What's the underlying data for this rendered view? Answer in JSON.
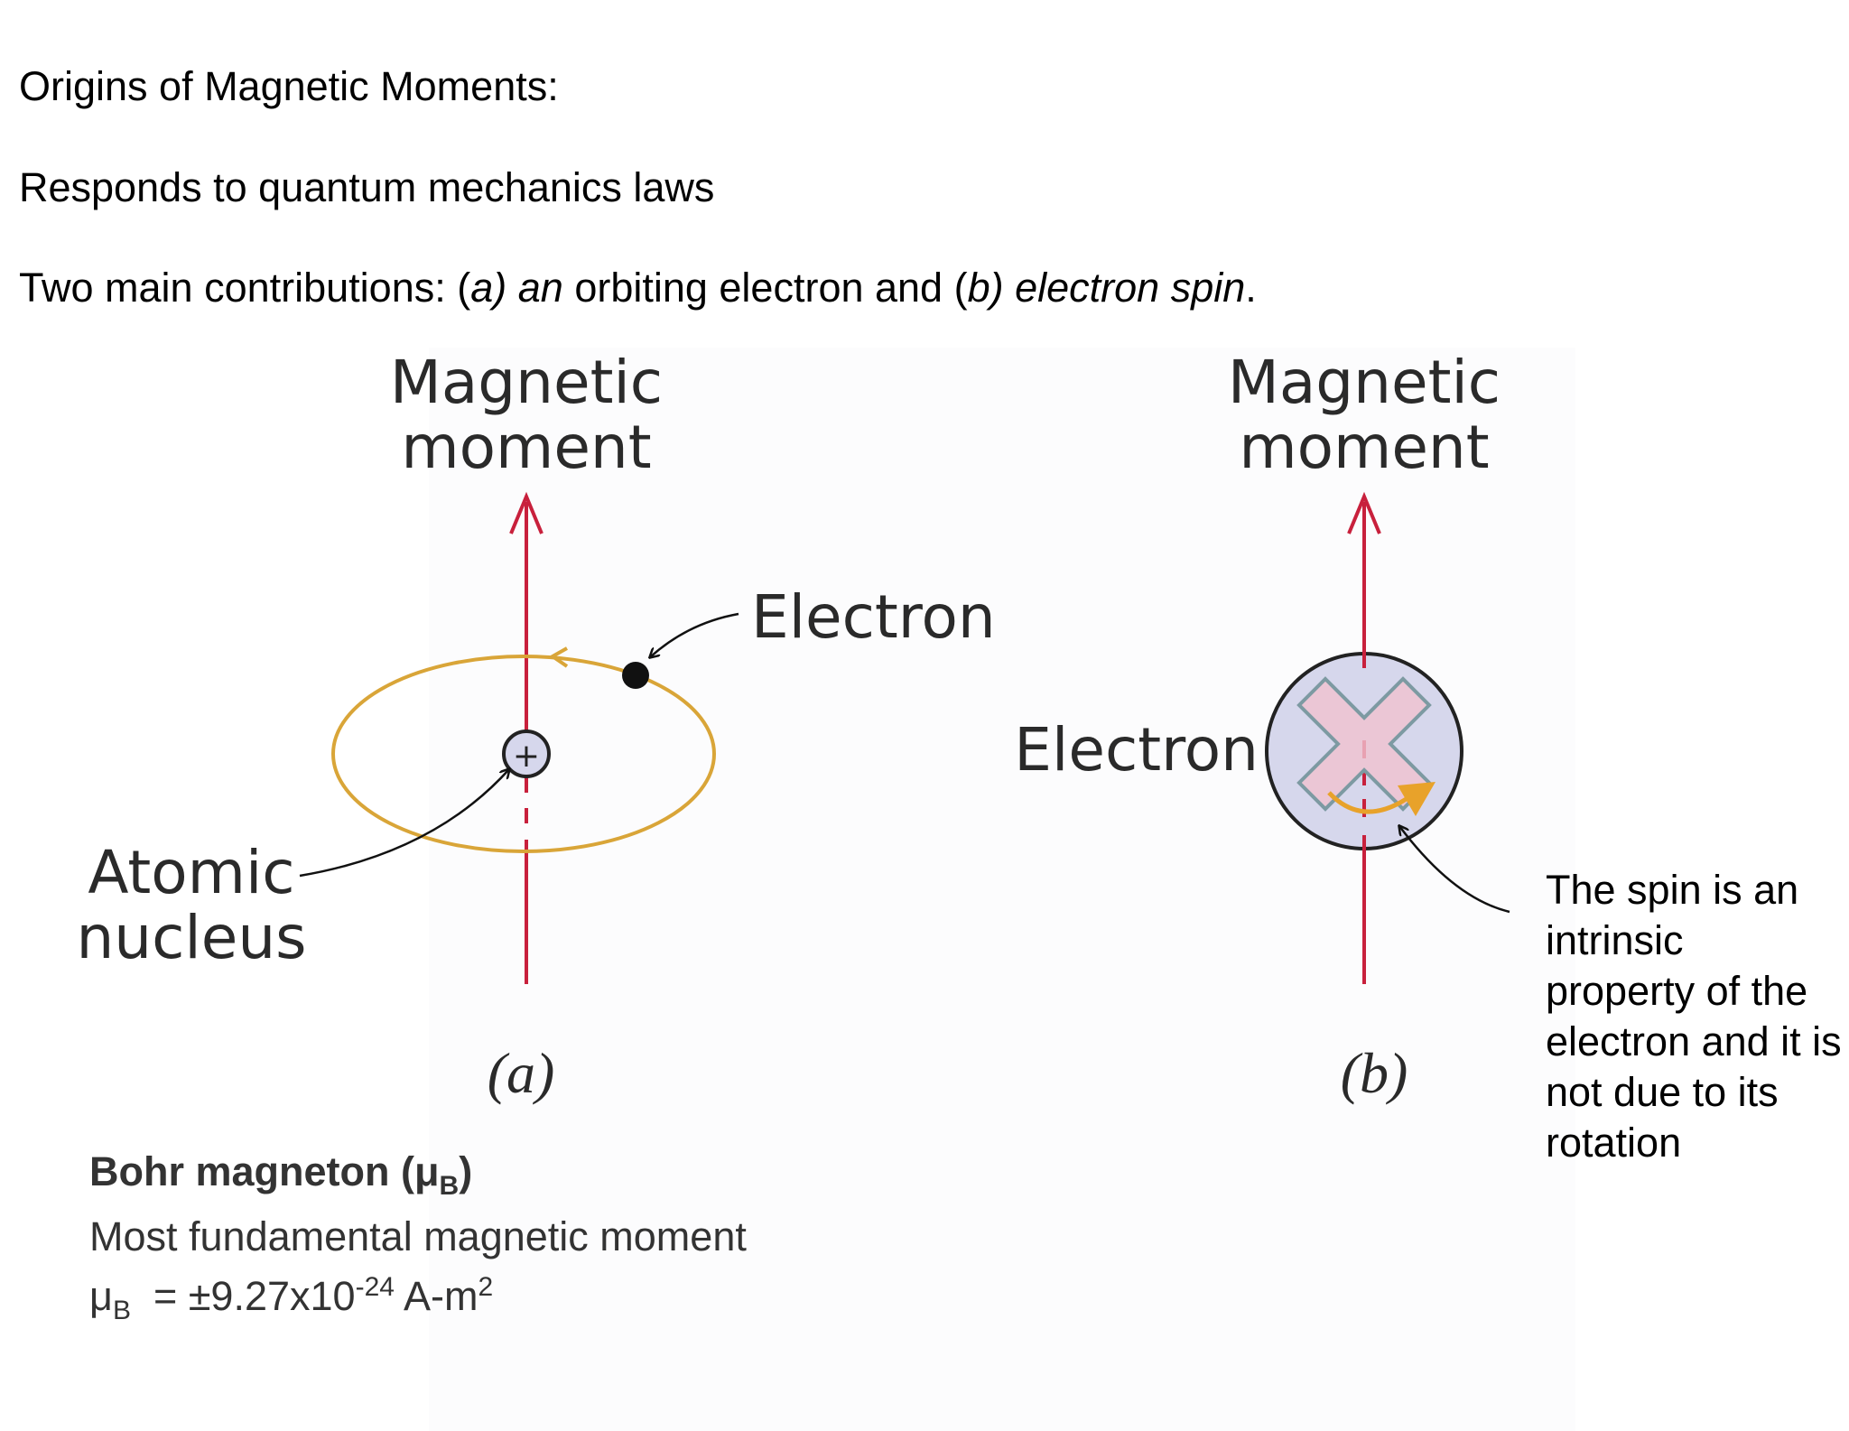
{
  "heading": {
    "title": "Origins of Magnetic Moments:"
  },
  "intro": {
    "line": "Responds to quantum mechanics laws"
  },
  "contributions": {
    "prefix": "Two main contributions: (",
    "a_letter": "a)",
    "a_word": "an",
    "middle": " orbiting electron and (",
    "b_letter": "b)",
    "b_words": "electron spin",
    "end": "."
  },
  "figure_a": {
    "moment_label_line1": "Magnetic",
    "moment_label_line2": "moment",
    "electron_label": "Electron",
    "nucleus_label_line1": "Atomic",
    "nucleus_label_line2": "nucleus",
    "nucleus_symbol": "+",
    "caption": "(a)"
  },
  "figure_b": {
    "moment_label_line1": "Magnetic",
    "moment_label_line2": "moment",
    "electron_label": "Electron",
    "caption": "(b)"
  },
  "spin_note": "The spin is an intrinsic property of the electron and it is not due to its rotation",
  "bohr": {
    "title": "Bohr magneton (μ",
    "title_sub": "B",
    "title_end": ")",
    "description": "Most fundamental magnetic moment",
    "formula_mu": "μ",
    "formula_sub": "B",
    "formula_mid": "  = ±9.27x10",
    "formula_exp": "-24",
    "formula_unit": " A-m",
    "formula_unit_exp": "2"
  },
  "colors": {
    "axis_red": "#c8203c",
    "orbit_gold": "#d9a538",
    "electron_sphere": "#d6d7ec",
    "cross_pink": "#f0c2d0",
    "spin_arrow_orange": "#e8a22a"
  }
}
